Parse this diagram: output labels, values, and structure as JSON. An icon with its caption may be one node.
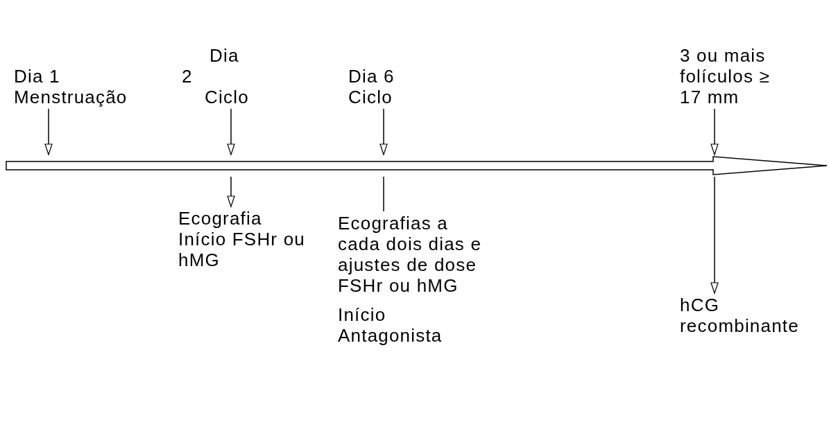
{
  "diagram": {
    "nodes": [
      {
        "text": [],
        "shape": "bar"
      },
      {
        "text": [
          "Dia 1",
          "Menstruação"
        ]
      },
      {
        "text": [
          "Dia 2",
          "Ciclo"
        ]
      },
      {
        "text": [
          "Dia 6",
          "Ciclo"
        ]
      },
      {
        "text": [
          "3 ou mais folículos ≥ 17 mm"
        ]
      },
      {
        "text": [
          "Ecografia",
          "Início FSHr ou hMG"
        ]
      },
      {
        "text": [
          "Ecografias a cada dois dias e ajustes de dose FSHr ou hMG",
          "Início Antagonista"
        ]
      },
      {
        "text": [
          "hCG recombinante"
        ]
      }
    ],
    "edges": [
      {
        "from": 1,
        "to": 0,
        "arrow": "to"
      },
      {
        "from": 2,
        "to": 0,
        "arrow": "to"
      },
      {
        "from": 3,
        "to": 0,
        "arrow": "to"
      },
      {
        "from": 4,
        "to": 0,
        "arrow": "to"
      },
      {
        "from": 0,
        "to": 5,
        "arrow": "to"
      },
      {
        "from": 0,
        "to": 6,
        "arrow": "none"
      },
      {
        "from": 0,
        "to": 7,
        "arrow": "to"
      }
    ]
  }
}
